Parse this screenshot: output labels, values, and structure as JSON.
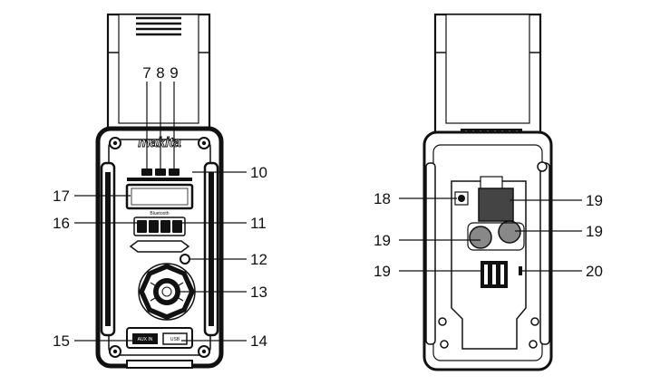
{
  "front_view": {
    "brand": "makita",
    "bluetooth_label": "Bluetooth",
    "aux_label": "AUX IN",
    "usb_label": "USB"
  },
  "callouts": {
    "c7": "7",
    "c8": "8",
    "c9": "9",
    "c10": "10",
    "c11": "11",
    "c12": "12",
    "c13": "13",
    "c14": "14",
    "c15": "15",
    "c16": "16",
    "c17": "17",
    "c18": "18",
    "c19a": "19",
    "c19b": "19",
    "c19c": "19",
    "c19d": "19",
    "c20": "20"
  }
}
